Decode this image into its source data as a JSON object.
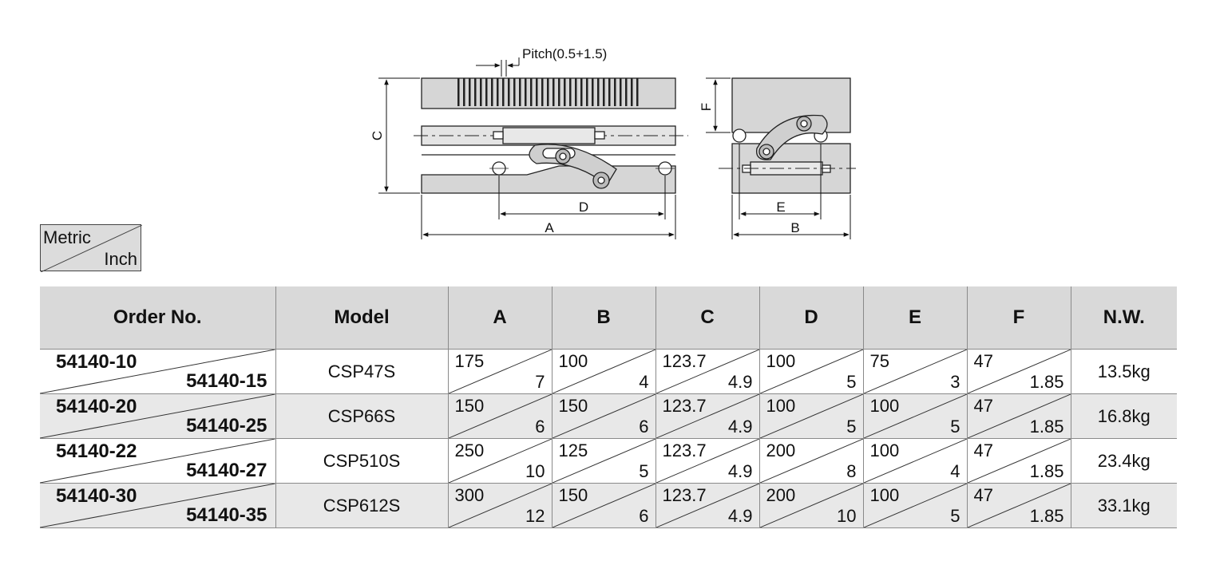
{
  "drawing": {
    "pitch_label": "Pitch(0.5+1.5)",
    "dim_a": "A",
    "dim_b": "B",
    "dim_c": "C",
    "dim_d": "D",
    "dim_e": "E",
    "dim_f": "F"
  },
  "unit_legend": {
    "metric": "Metric",
    "inch": "Inch"
  },
  "table": {
    "headers": [
      "Order No.",
      "Model",
      "A",
      "B",
      "C",
      "D",
      "E",
      "F",
      "N.W."
    ],
    "rows": [
      {
        "order_metric": "54140-10",
        "order_inch": "54140-15",
        "model": "CSP47S",
        "a_mm": "175",
        "a_in": "7",
        "b_mm": "100",
        "b_in": "4",
        "c_mm": "123.7",
        "c_in": "4.9",
        "d_mm": "100",
        "d_in": "5",
        "e_mm": "75",
        "e_in": "3",
        "f_mm": "47",
        "f_in": "1.85",
        "nw": "13.5kg"
      },
      {
        "order_metric": "54140-20",
        "order_inch": "54140-25",
        "model": "CSP66S",
        "a_mm": "150",
        "a_in": "6",
        "b_mm": "150",
        "b_in": "6",
        "c_mm": "123.7",
        "c_in": "4.9",
        "d_mm": "100",
        "d_in": "5",
        "e_mm": "100",
        "e_in": "5",
        "f_mm": "47",
        "f_in": "1.85",
        "nw": "16.8kg"
      },
      {
        "order_metric": "54140-22",
        "order_inch": "54140-27",
        "model": "CSP510S",
        "a_mm": "250",
        "a_in": "10",
        "b_mm": "125",
        "b_in": "5",
        "c_mm": "123.7",
        "c_in": "4.9",
        "d_mm": "200",
        "d_in": "8",
        "e_mm": "100",
        "e_in": "4",
        "f_mm": "47",
        "f_in": "1.85",
        "nw": "23.4kg"
      },
      {
        "order_metric": "54140-30",
        "order_inch": "54140-35",
        "model": "CSP612S",
        "a_mm": "300",
        "a_in": "12",
        "b_mm": "150",
        "b_in": "6",
        "c_mm": "123.7",
        "c_in": "4.9",
        "d_mm": "200",
        "d_in": "10",
        "e_mm": "100",
        "e_in": "5",
        "f_mm": "47",
        "f_in": "1.85",
        "nw": "33.1kg"
      }
    ]
  }
}
